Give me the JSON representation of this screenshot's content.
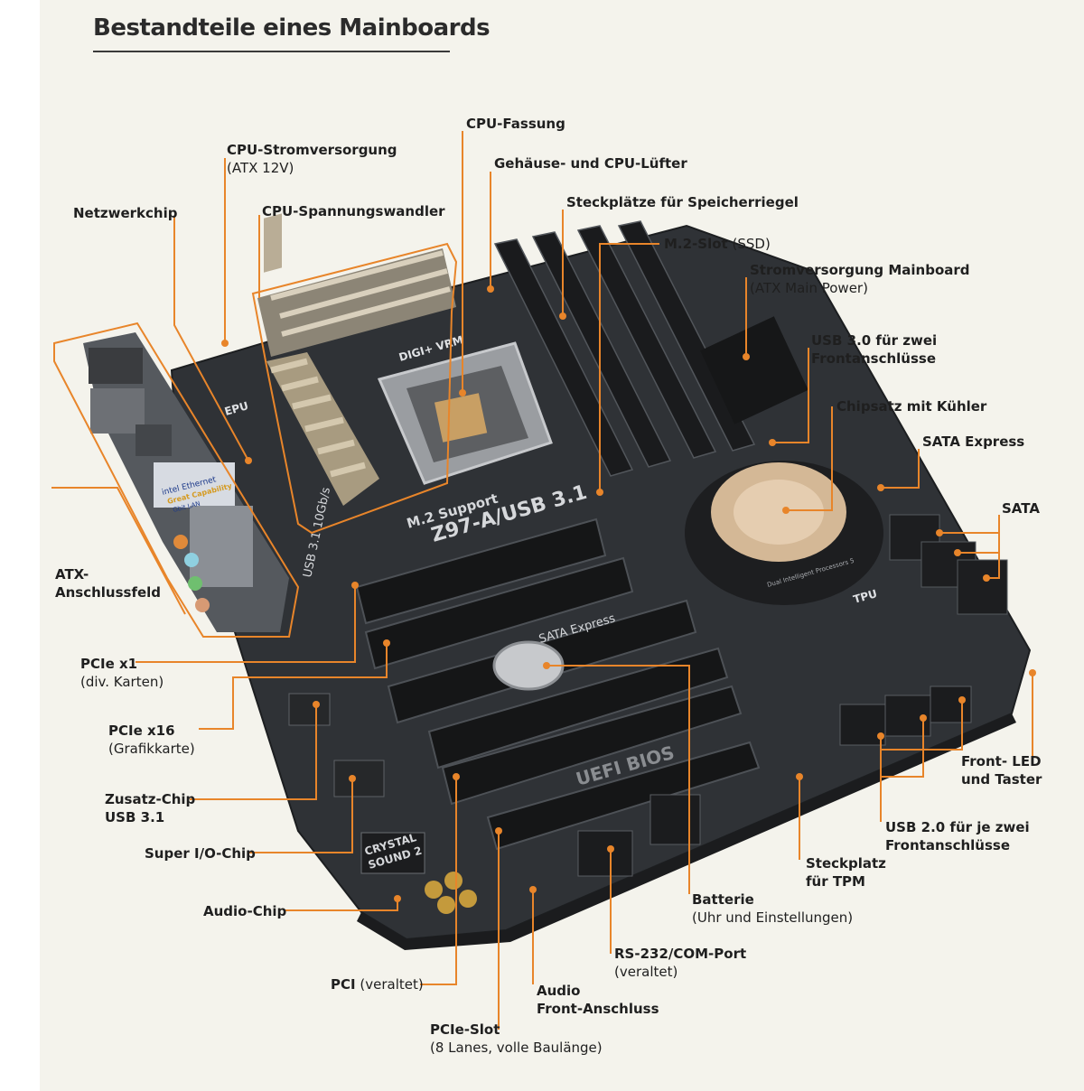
{
  "title": "Bestandteile eines Mainboards",
  "colors": {
    "leader": "#e8852a",
    "board": "#2f3236",
    "background": "#f4f3ec"
  },
  "labels": {
    "netzwerkchip": "Netzwerkchip",
    "cpu_strom": "CPU-Stromversorgung",
    "cpu_strom_sub": "(ATX 12V)",
    "cpu_spannung": "CPU-Spannungswandler",
    "cpu_fassung": "CPU-Fassung",
    "luefter": "Gehäuse- und CPU-Lüfter",
    "speicher": "Steckplätze für Speicherriegel",
    "m2": "M.2-Slot",
    "m2_sub": "(SSD)",
    "strom_main": "Stromversorgung Mainboard",
    "strom_main_sub": "(ATX Main Power)",
    "usb30_1": "USB 3.0 für zwei",
    "usb30_2": "Frontanschlüsse",
    "chipsatz": "Chipsatz mit Kühler",
    "sata_express": "SATA Express",
    "sata": "SATA",
    "atx_1": "ATX-",
    "atx_2": "Anschlussfeld",
    "pcie_x1": "PCIe x1",
    "pcie_x1_sub": "(div. Karten)",
    "pcie_x16": "PCIe x16",
    "pcie_x16_sub": "(Grafikkarte)",
    "zusatz_1": "Zusatz-Chip",
    "zusatz_2": "USB 3.1",
    "superio": "Super I/O-Chip",
    "audiochip": "Audio-Chip",
    "pci": "PCI",
    "pci_sub": "(veraltet)",
    "pcie_slot": "PCIe-Slot",
    "pcie_slot_sub": "(8 Lanes, volle Baulänge)",
    "audio_front_1": "Audio",
    "audio_front_2": "Front-Anschluss",
    "rs232": "RS-232/COM-Port",
    "rs232_sub": "(veraltet)",
    "batterie": "Batterie",
    "batterie_sub": "(Uhr und Einstellungen)",
    "tpm_1": "Steckplatz",
    "tpm_2": "für TPM",
    "usb20_1": "USB 2.0 für je zwei",
    "usb20_2": "Frontanschlüsse",
    "frontled_1": "Front- LED",
    "frontled_2": "und Taster"
  },
  "board_text": {
    "model": "Z97-A/USB 3.1",
    "m2_support": "M.2 Support",
    "usb31": "USB 3.1 10Gb/s",
    "uefi": "UEFI BIOS",
    "crystal_1": "CRYSTAL",
    "crystal_2": "SOUND 2",
    "digi": "DIGI+ VRM",
    "epu": "EPU",
    "tpu": "TPU",
    "dual": "Dual Intelligent Processors 5",
    "intel_1": "intel Ethernet",
    "intel_2": "Great Capability",
    "intel_3": "Gbit LAN",
    "sata_exp_board": "SATA Express"
  }
}
